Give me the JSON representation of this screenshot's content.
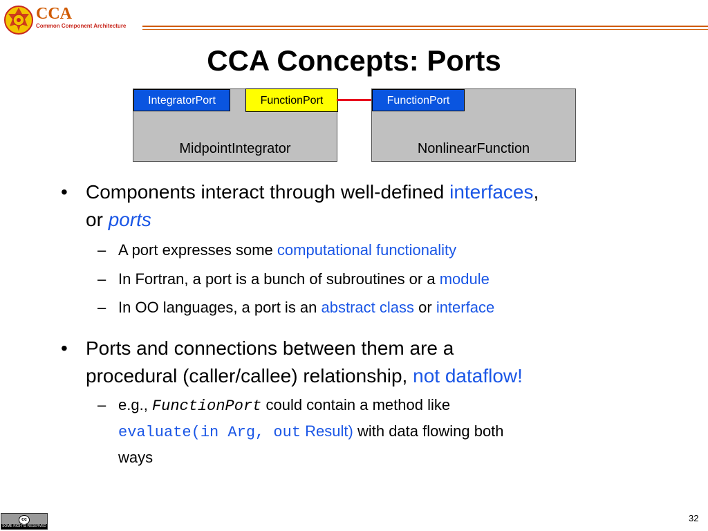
{
  "header": {
    "brand_title": "CCA",
    "brand_subtitle": "Common Component Architecture",
    "colors": {
      "brand": "#d05a00",
      "subtitle": "#c8281e"
    }
  },
  "slide": {
    "title": "CCA Concepts: Ports"
  },
  "diagram": {
    "components": [
      {
        "name": "MidpointIntegrator",
        "ports": [
          "IntegratorPort",
          "FunctionPort"
        ]
      },
      {
        "name": "NonlinearFunction",
        "ports": [
          "FunctionPort"
        ]
      }
    ],
    "colors": {
      "provides_port": "#0a55e0",
      "uses_port": "#ffff00",
      "connection": "#e8001c",
      "component": "#c0c0c0"
    }
  },
  "bullets": {
    "b1": {
      "t1": "Components interact through well-defined ",
      "h1": "interfaces",
      "t2": ",",
      "t3": "or ",
      "h2": "ports"
    },
    "b1a": {
      "t1": "A port expresses some ",
      "h1": "computational functionality"
    },
    "b1b": {
      "t1": "In Fortran, a port is a bunch of subroutines or a ",
      "h1": "module"
    },
    "b1c": {
      "t1": "In OO languages, a port is an ",
      "h1": "abstract class",
      "t2": " or ",
      "h2": "interface"
    },
    "b2": {
      "t1": "Ports and connections between them are a",
      "t2": "procedural (caller/callee) relationship, ",
      "h1": "not dataflow!"
    },
    "b2a": {
      "t1": "e.g., ",
      "code1": "FunctionPort",
      "t2": " could contain a method like",
      "code2": "evaluate(in Arg, out",
      "h1": " Result)",
      "t3": " with data flowing both",
      "t4": "ways"
    },
    "highlight_color": "#1a56e6"
  },
  "footer": {
    "license_badge_icon": "creative-commons-icon",
    "license_badge_text": "SOME RIGHTS RESERVED",
    "page_number": "32"
  }
}
